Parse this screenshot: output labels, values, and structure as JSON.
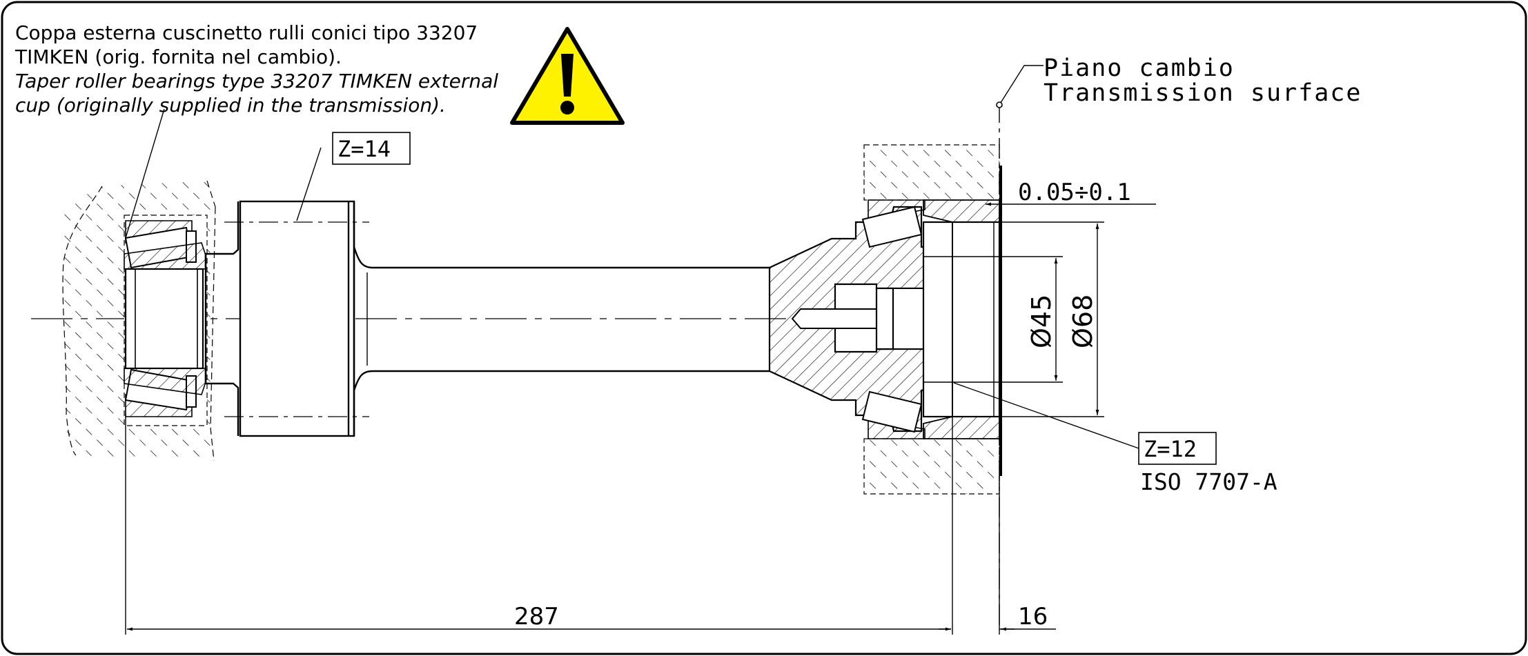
{
  "notes": {
    "line1": "Coppa esterna cuscinetto rulli conici tipo 33207",
    "line2": "TIMKEN (orig. fornita nel cambio).",
    "line3": "Taper roller bearings type 33207 TIMKEN external",
    "line4": "cup (originally supplied in the transmission)."
  },
  "labels": {
    "plane_it": "Piano cambio",
    "plane_en": "Transmission surface",
    "tolerance": "0.05÷0.1",
    "gear_left": "Z=14",
    "gear_right": "Z=12",
    "spline_std": "ISO 7707-A"
  },
  "dimensions": {
    "length_main": "287",
    "length_offset": "16",
    "dia_inner": "Ø45",
    "dia_outer": "Ø68"
  },
  "icons": {
    "warning": "warning-triangle-icon"
  },
  "colors": {
    "warning_fill": "#FFF200",
    "line": "#000000"
  }
}
